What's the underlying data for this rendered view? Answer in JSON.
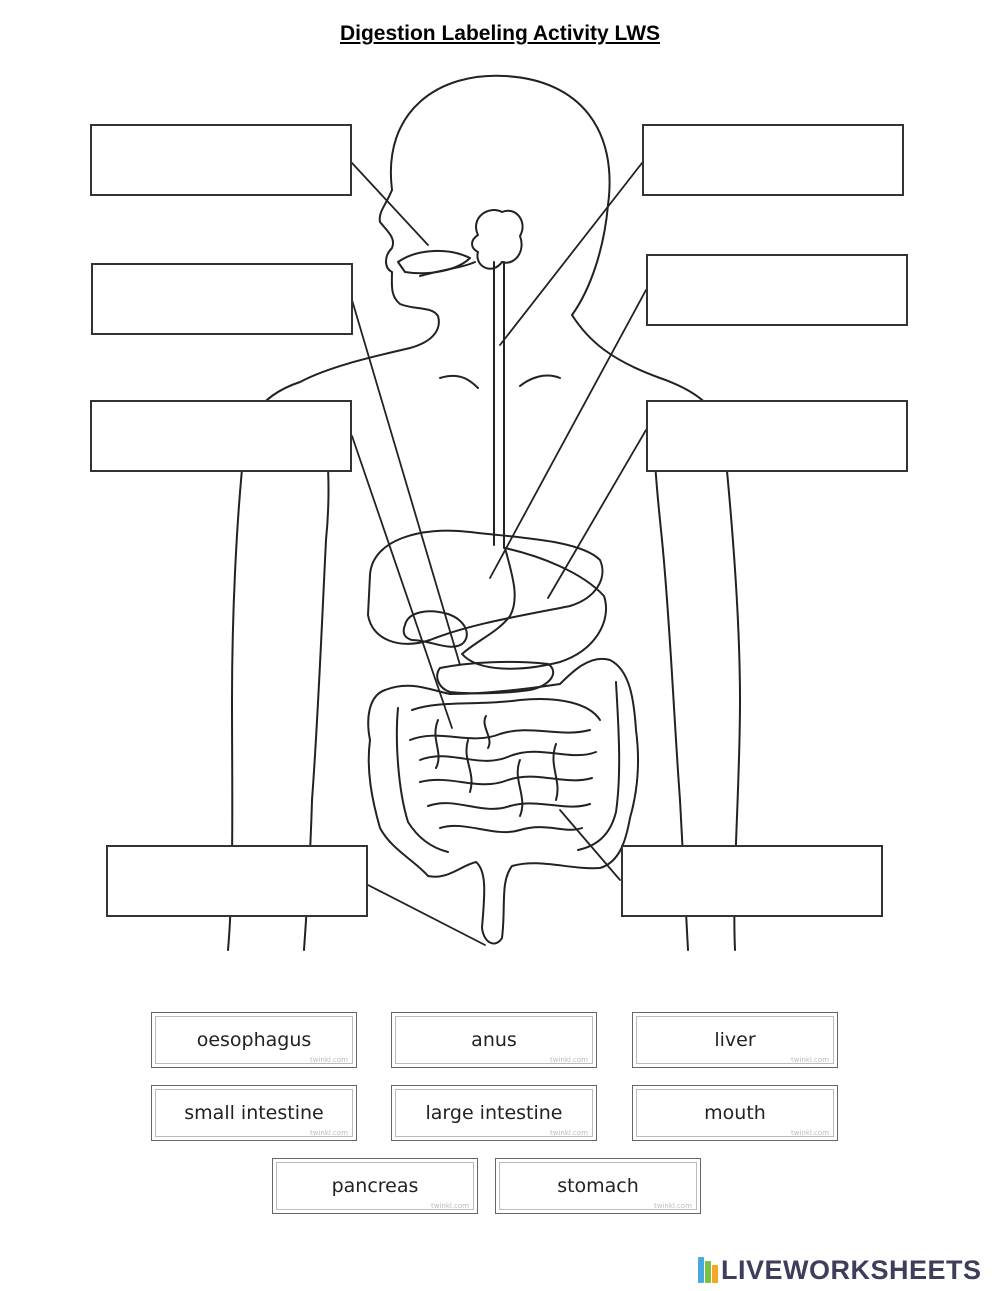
{
  "title": "Digestion Labeling Activity LWS",
  "word_bank": [
    {
      "label": "oesophagus",
      "watermark": "twinkl.com"
    },
    {
      "label": "anus",
      "watermark": "twinkl.com"
    },
    {
      "label": "liver",
      "watermark": "twinkl.com"
    },
    {
      "label": "small intestine",
      "watermark": "twinkl.com"
    },
    {
      "label": "large intestine",
      "watermark": "twinkl.com"
    },
    {
      "label": "mouth",
      "watermark": "twinkl.com"
    },
    {
      "label": "pancreas",
      "watermark": "twinkl.com"
    },
    {
      "label": "stomach",
      "watermark": "twinkl.com"
    }
  ],
  "logo": {
    "text": "LIVEWORKSHEETS",
    "colors": [
      "#4aa8e0",
      "#7cc242",
      "#f5a623",
      "#e94e3c"
    ]
  },
  "colors": {
    "outline": "#222222",
    "box_border": "#333333",
    "logo_text": "#3d3d5c"
  }
}
